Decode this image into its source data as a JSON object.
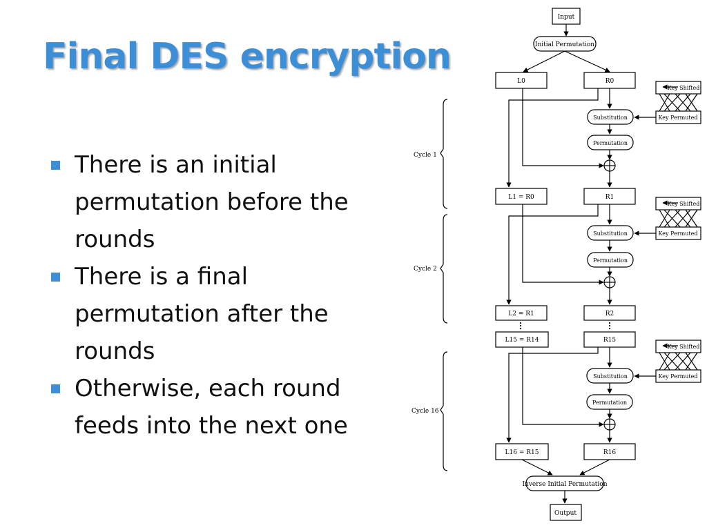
{
  "title": "Final DES encryption",
  "bullets": [
    "There is an initial permutation before the rounds",
    "There is a final permutation after the rounds",
    "Otherwise, each round feeds into the next one"
  ],
  "diagram": {
    "input": "Input",
    "initial_permutation": "Initial Permutation",
    "l0": "L0",
    "r0": "R0",
    "key_shifted": "Key Shifted",
    "key_permuted": "Key Permuted",
    "substitution": "Substitution",
    "permutation": "Permutation",
    "cycle1": "Cycle 1",
    "cycle2": "Cycle 2",
    "cycle16": "Cycle 16",
    "l1": "L1 = R0",
    "r1": "R1",
    "l2": "L2 = R1",
    "r2": "R2",
    "l15": "L15 = R14",
    "r15": "R15",
    "l16": "L16 = R15",
    "r16": "R16",
    "inverse_permutation": "Inverse Initial Permutation",
    "output": "Output"
  }
}
